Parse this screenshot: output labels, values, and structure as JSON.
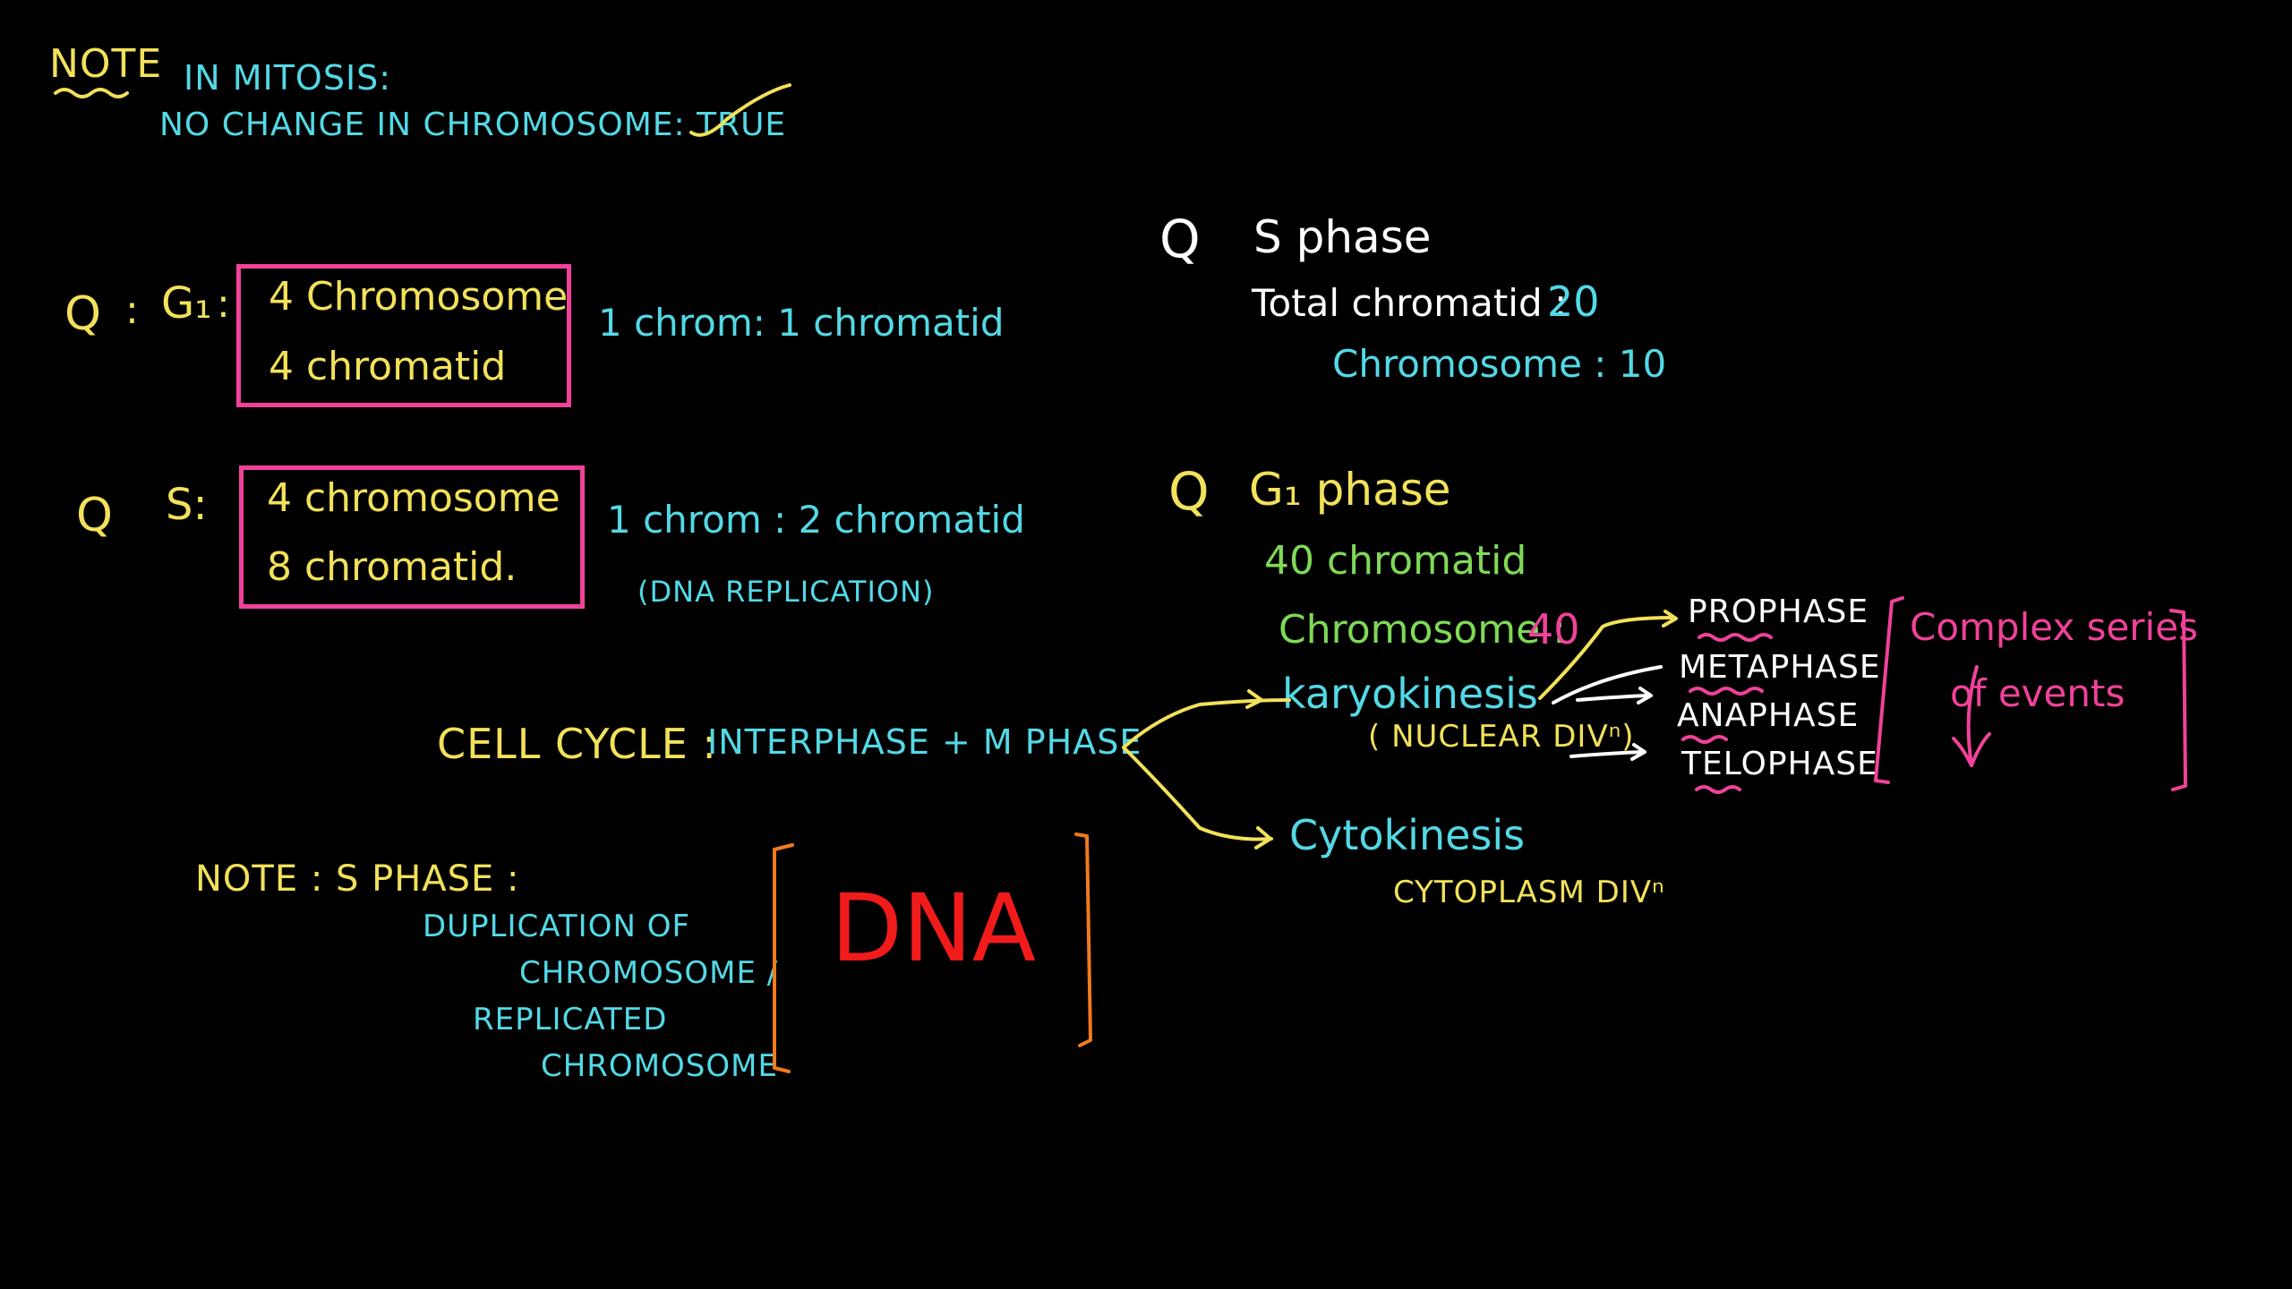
{
  "note_mitosis": {
    "note": "NOTE",
    "title": "IN MITOSIS:",
    "statement": "NO CHANGE IN CHROMOSOME: TRUE"
  },
  "q_g1_left": {
    "q": "Q",
    "colon": ":",
    "phase": "G₁",
    "phase_colon": ":",
    "line1": "4 Chromosome",
    "line2": "4 chromatid",
    "ratio": "1 chrom: 1 chromatid"
  },
  "q_s_left": {
    "q": "Q",
    "phase": "S:",
    "line1": "4 chromosome",
    "line2": "8 chromatid.",
    "ratio": "1 chrom : 2 chromatid",
    "note": "(DNA REPLICATION)"
  },
  "q_s_right": {
    "q": "Q",
    "title": "S phase",
    "chromatid_label": "Total chromatid :",
    "chromatid_value": "20",
    "chromosome_label": "Chromosome : 10"
  },
  "q_g1_right": {
    "q": "Q",
    "title": "G₁ phase",
    "chromatid": "40 chromatid",
    "chromosome_label": "Chromosome :",
    "chromosome_value": "40"
  },
  "cell_cycle": {
    "label": "CELL CYCLE :",
    "formula": "INTERPHASE + M PHASE",
    "karyokinesis": "karyokinesis",
    "karyo_note": "( NUCLEAR DIVⁿ)",
    "cytokinesis": "Cytokinesis",
    "cyto_note": "CYTOPLASM DIVⁿ",
    "phases": [
      "PROPHASE",
      "METAPHASE",
      "ANAPHASE",
      "TELOPHASE"
    ],
    "complex_line1": "Complex series",
    "complex_line2": "of events"
  },
  "note_s_phase": {
    "note": "NOTE :",
    "title": "S PHASE :",
    "line1": "DUPLICATION OF",
    "line2": "CHROMOSOME /",
    "line3": "REPLICATED",
    "line4": "CHROMOSOME",
    "dna": "DNA"
  },
  "colors": {
    "yellow": "#f2e15a",
    "cyan": "#53d9e6",
    "green": "#7fd957",
    "pink": "#f0429a",
    "orange": "#f07a1e",
    "red": "#f21b1b",
    "white": "#ffffff"
  }
}
